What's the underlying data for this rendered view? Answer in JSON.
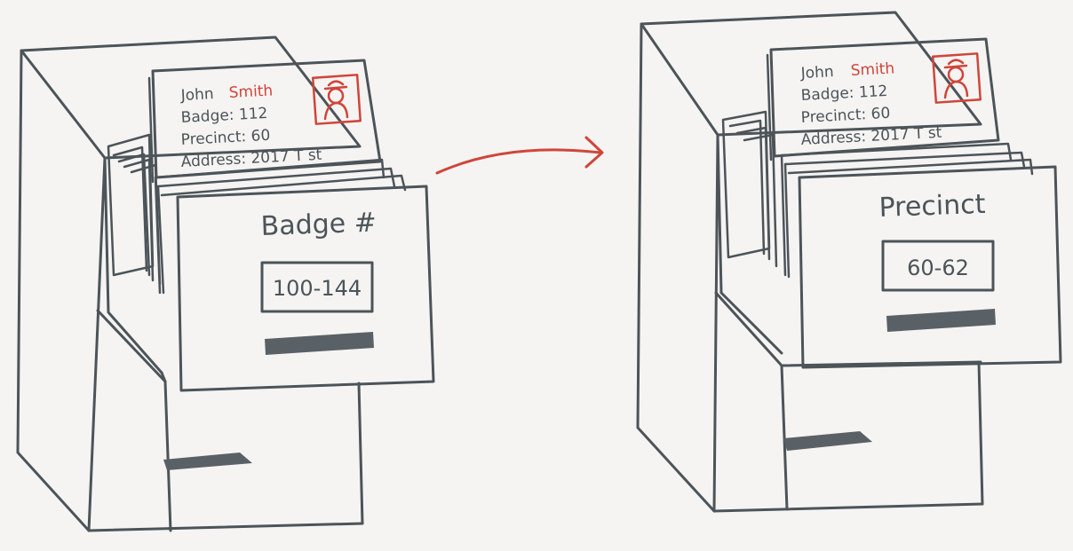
{
  "colors": {
    "paper": "#f5f4f2",
    "ink": "#4c5459",
    "accent": "#d0453a",
    "handle": "#5a6166"
  },
  "left_cabinet": {
    "card": {
      "name_first": "John",
      "name_last": "Smith",
      "badge_line": "Badge: 112",
      "precinct_line": "Precinct: 60",
      "address_line": "Address: 2017 T st"
    },
    "drawer_heading": "Badge #",
    "drawer_label": "100-144"
  },
  "right_cabinet": {
    "card": {
      "name_first": "John",
      "name_last": "Smith",
      "badge_line": "Badge: 112",
      "precinct_line": "Precinct: 60",
      "address_line": "Address: 2017 T st"
    },
    "drawer_heading": "Precinct",
    "drawer_label": "60-62"
  },
  "icons": {
    "arrow": "curved-right-arrow-icon",
    "photo": "person-photo-icon"
  }
}
